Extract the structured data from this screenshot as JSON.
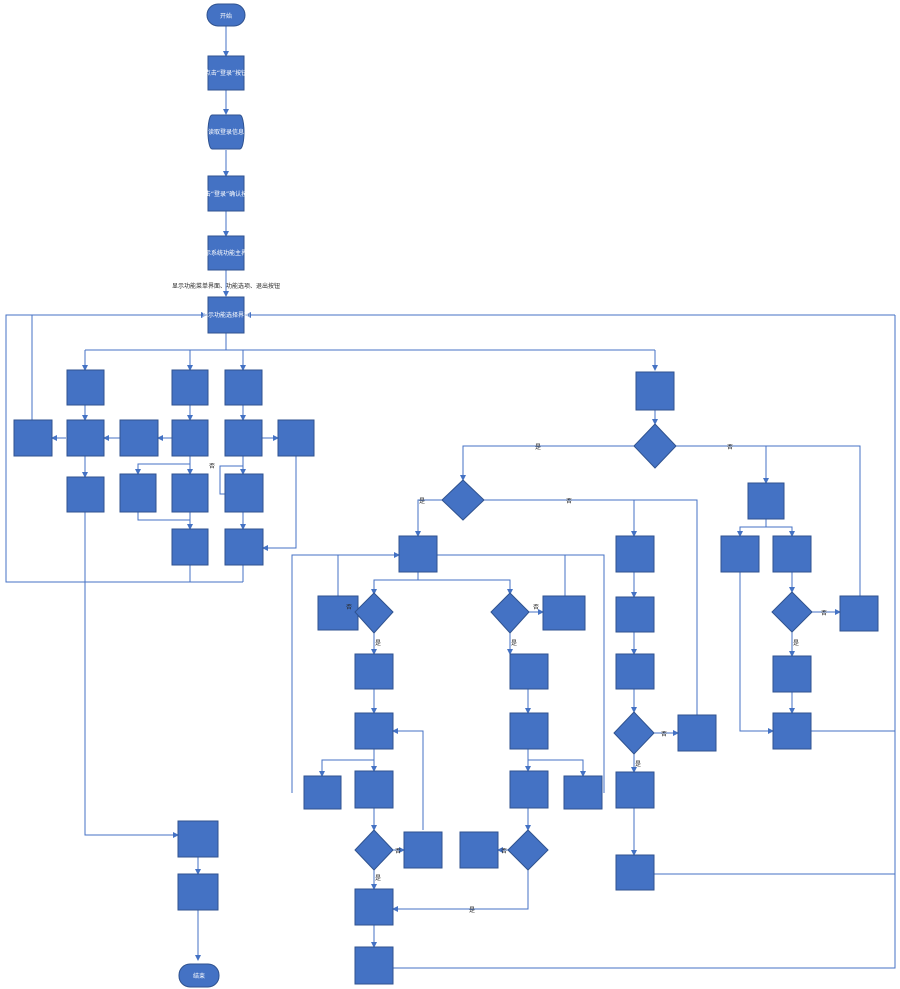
{
  "colors": {
    "node_fill": "#4472C4",
    "node_stroke": "#2F528F",
    "edge": "#4472C4",
    "node_text": "#FFFFFF",
    "label_text": "#2A2A2A",
    "background": "#FFFFFF"
  },
  "nodes": [
    {
      "id": "start",
      "shape": "terminal",
      "text": "开始"
    },
    {
      "id": "n1",
      "shape": "process",
      "text": "点击“登录”按钮"
    },
    {
      "id": "n2",
      "shape": "database",
      "text": "读取登录信息"
    },
    {
      "id": "n3",
      "shape": "process",
      "text": "点击“登录”确认按钮"
    },
    {
      "id": "n4",
      "shape": "process",
      "text": "显示系统功能主界面"
    },
    {
      "id": "hub",
      "shape": "process",
      "text": "显示功能选择界面"
    },
    {
      "id": "end",
      "shape": "terminal",
      "text": "结束"
    }
  ],
  "edge_labels": [
    {
      "id": "l_hub",
      "text": "显示功能菜单界面、功能选项、退出按钮"
    },
    {
      "id": "l_yes1",
      "text": "是"
    },
    {
      "id": "l_no1",
      "text": "否"
    },
    {
      "id": "l_yes2",
      "text": "是"
    },
    {
      "id": "l_no2",
      "text": "否"
    },
    {
      "id": "l_yes3",
      "text": "是"
    },
    {
      "id": "l_yes4",
      "text": "是"
    },
    {
      "id": "l_no3",
      "text": "否"
    },
    {
      "id": "l_no4",
      "text": "否"
    },
    {
      "id": "l_yes5",
      "text": "是"
    },
    {
      "id": "l_no5",
      "text": "否"
    },
    {
      "id": "l_yes6",
      "text": "是"
    },
    {
      "id": "l_no6",
      "text": "否"
    },
    {
      "id": "l_yes7",
      "text": "是"
    },
    {
      "id": "l_no7",
      "text": "否"
    },
    {
      "id": "l_yes8",
      "text": "是"
    },
    {
      "id": "l_no8",
      "text": "否"
    },
    {
      "id": "l_no9",
      "text": "否"
    }
  ]
}
